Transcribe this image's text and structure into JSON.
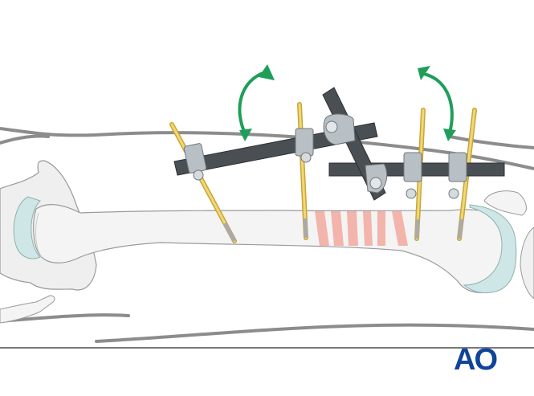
{
  "figure": {
    "type": "medical-illustration",
    "subject": "External fixator on femoral shaft with comminuted fracture zone",
    "logo_text": "AO",
    "colors": {
      "logo": "#10449a",
      "arrow": "#1f9e5a",
      "rod": "#4a4f54",
      "rod_highlight": "#6b7176",
      "clamp": "#b9c0c5",
      "pin": "#e8c85a",
      "bone": "#f4f4f4",
      "bone_outline": "#9a9a9a",
      "cartilage": "#cfe6e6",
      "fracture_zone": "#f3a9a0",
      "skin_outline": "#8c8c8c",
      "floor_line": "#7a7a7a"
    },
    "elements": {
      "rotation_arrows": 2,
      "schanz_screws": 4,
      "rods": 3,
      "fracture_stripes": 6
    }
  }
}
